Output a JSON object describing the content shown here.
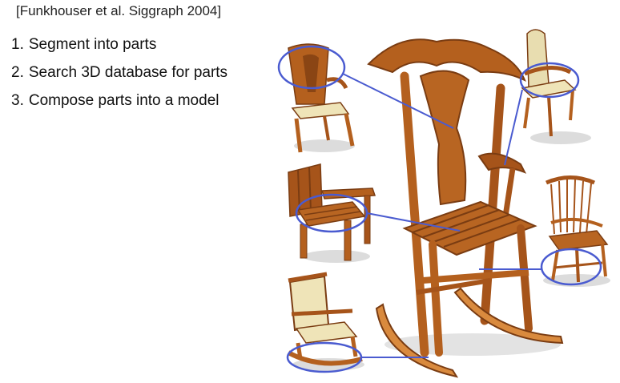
{
  "header": {
    "citation": "[Funkhouser et al. Siggraph 2004]"
  },
  "steps": [
    {
      "number": "1.",
      "text": "Segment into parts"
    },
    {
      "number": "2.",
      "text": "Search 3D database for parts"
    },
    {
      "number": "3.",
      "text": "Compose parts into a model"
    }
  ],
  "colors": {
    "wood": "#b4601e",
    "wood_dark": "#7a3c12",
    "wood_light": "#d98a3e",
    "cushion": "#efe4b8",
    "highlight": "#4a5bd0",
    "shadow": "#cfcfcf"
  },
  "figure": {
    "main_model": "composed rocking chair",
    "source_parts": [
      {
        "name": "source-chair-back",
        "part": "splat back"
      },
      {
        "name": "source-chair-armrest",
        "part": "armrest"
      },
      {
        "name": "source-chair-seat",
        "part": "slatted seat"
      },
      {
        "name": "source-chair-stretcher",
        "part": "leg stretchers"
      },
      {
        "name": "source-chair-rocker",
        "part": "rocker"
      }
    ]
  }
}
